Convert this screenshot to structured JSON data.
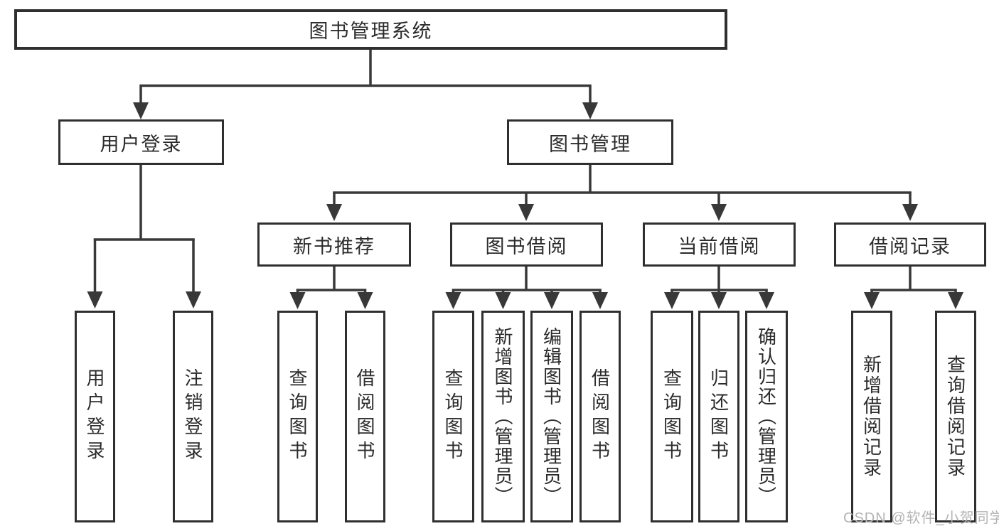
{
  "page": {
    "background": "#ffffff"
  },
  "colors": {
    "box_border": "#2f2f2f",
    "box_fill": "#ffffff",
    "connector": "#383838",
    "text": "#2b2b2b",
    "watermark_text": "#b3b3b3"
  },
  "watermark": {
    "text": "CSDN @软件_小贺同学"
  },
  "tree": {
    "root": {
      "label": "图书管理系统"
    },
    "branches": [
      {
        "label": "用户登录",
        "children": [
          {
            "label": "用户登录"
          },
          {
            "label": "注销登录"
          }
        ]
      },
      {
        "label": "图书管理",
        "children": [
          {
            "label": "新书推荐",
            "children": [
              {
                "label": "查询图书"
              },
              {
                "label": "借阅图书"
              }
            ]
          },
          {
            "label": "图书借阅",
            "children": [
              {
                "label": "查询图书"
              },
              {
                "label": "新增图书（管理员）"
              },
              {
                "label": "编辑图书（管理员）"
              },
              {
                "label": "借阅图书"
              }
            ]
          },
          {
            "label": "当前借阅",
            "children": [
              {
                "label": "查询图书"
              },
              {
                "label": "归还图书"
              },
              {
                "label": "确认归还（管理员）"
              }
            ]
          },
          {
            "label": "借阅记录",
            "children": [
              {
                "label": "新增借阅记录"
              },
              {
                "label": "查询借阅记录"
              }
            ]
          }
        ]
      }
    ]
  }
}
